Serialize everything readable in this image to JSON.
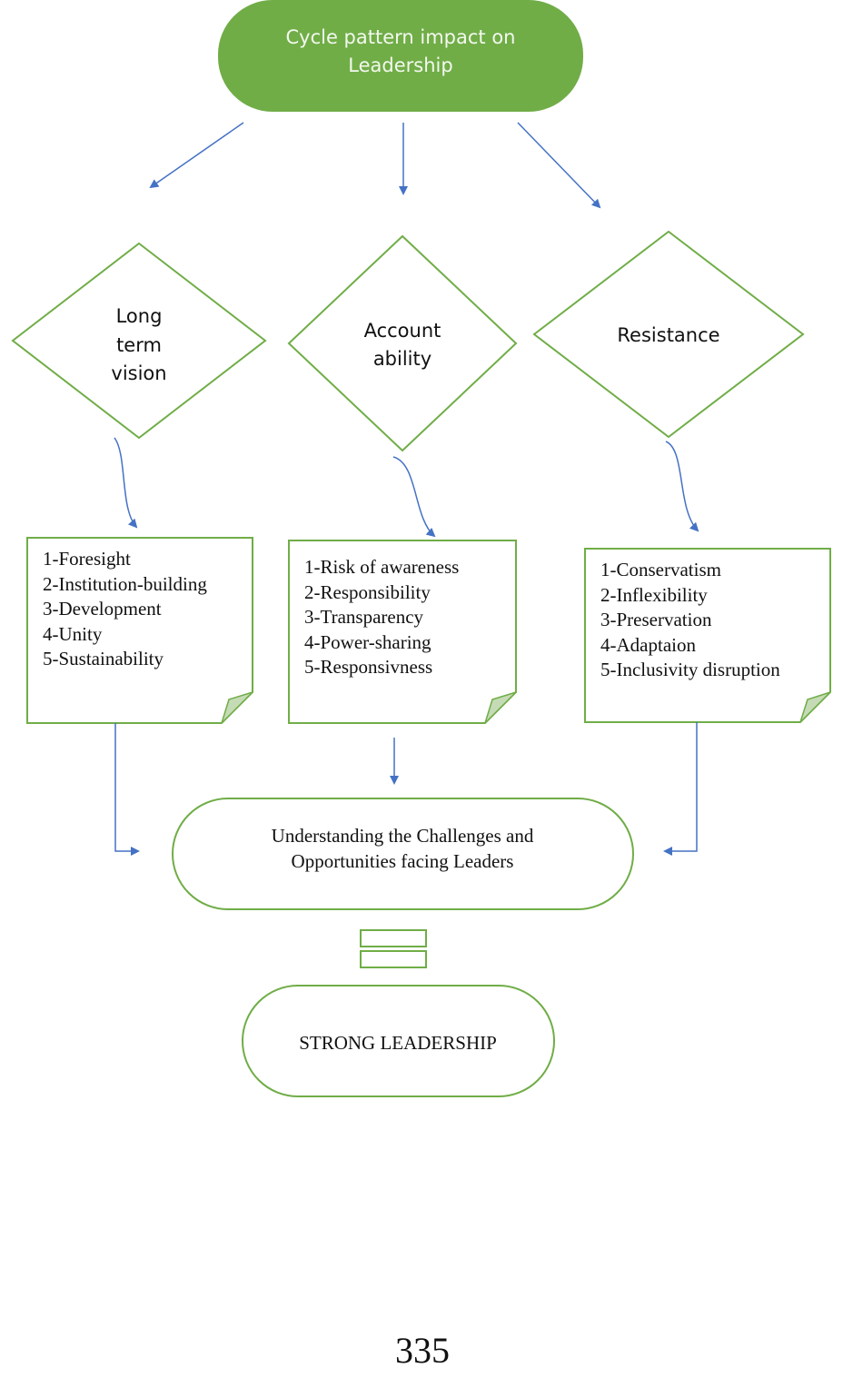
{
  "colors": {
    "accent_green": "#70ad47",
    "arrow_blue": "#4472c4",
    "fold": "#c5dbb5"
  },
  "header": {
    "lines": [
      "Cycle pattern impact on",
      "Leadership"
    ]
  },
  "branches": [
    {
      "title_lines": [
        "Long",
        "term",
        "vision"
      ],
      "items": [
        "1-Foresight",
        "2-Institution-building",
        "3-Development",
        "4-Unity",
        "5-Sustainability"
      ]
    },
    {
      "title_lines": [
        "Account",
        "ability"
      ],
      "items": [
        "1-Risk of awareness",
        "2-Responsibility",
        "3-Transparency",
        "4-Power-sharing",
        "5-Responsivness"
      ]
    },
    {
      "title_lines": [
        "Resistance"
      ],
      "items": [
        "1-Conservatism",
        "2-Inflexibility",
        "3-Preservation",
        "4-Adaptaion",
        "5-Inclusivity disruption"
      ]
    }
  ],
  "outcome": {
    "lines": [
      "Understanding the Challenges and",
      "Opportunities facing Leaders"
    ]
  },
  "result": {
    "label": "STRONG LEADERSHIP"
  },
  "page_number": "335"
}
